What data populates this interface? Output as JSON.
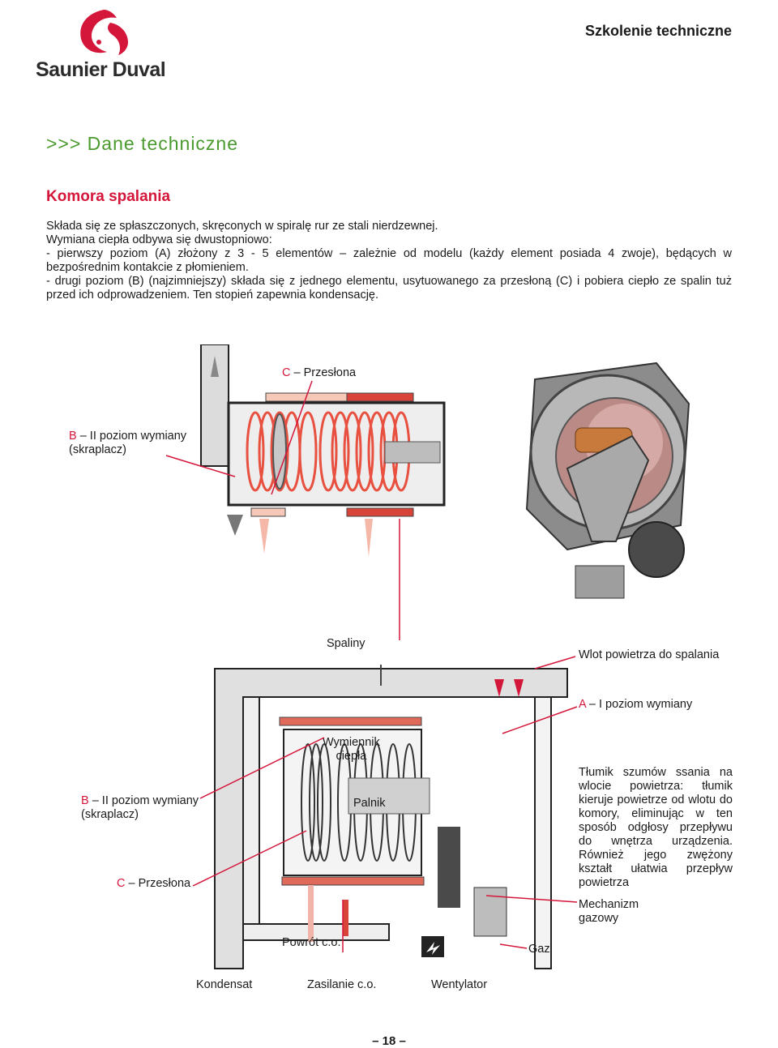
{
  "header": {
    "brand": "Saunier Duval",
    "doc_label": "Szkolenie techniczne",
    "section": ">>> Dane techniczne"
  },
  "subheading": "Komora spalania",
  "paragraphs": [
    "Składa się ze spłaszczonych, skręconych w spiralę rur ze stali nierdzewnej.",
    "Wymiana ciepła odbywa się dwustopniowo:",
    "- pierwszy poziom (A) złożony z 3 - 5 elementów – zależnie od modelu (każdy element posiada 4 zwoje), będących w bezpośrednim kontakcie z płomieniem.",
    "- drugi poziom (B) (najzimniejszy) składa się z jednego elementu, usytuowanego za przesłoną (C) i pobiera ciepło ze spalin tuż przed ich odprowadzeniem. Ten stopień zapewnia kondensację."
  ],
  "diagram_top": {
    "c_key": "C",
    "c_text": " – Przesłona",
    "b_key": "B",
    "b_line1": " – II poziom wymiany",
    "b_line2": "(skraplacz)"
  },
  "diagram_bottom": {
    "spaliny": "Spaliny",
    "wlot": "Wlot powietrza do spalania",
    "a_key": "A",
    "a_text": " – I poziom wymiany",
    "wymiennik_1": "Wymiennik",
    "wymiennik_2": "ciepła",
    "palnik": "Palnik",
    "b_key": "B",
    "b_line1": " – II poziom wymiany",
    "b_line2": "(skraplacz)",
    "c_key": "C",
    "c_text": " – Przesłona",
    "tlumik": "Tłumik szumów ssania na wlocie powietrza: tłumik kieruje powietrze od wlotu do komory, eliminując w ten sposób odgłosy przepływu do wnętrza urządzenia. Również jego zwężony kształt ułatwia przepływ powietrza",
    "mechanizm_1": "Mechanizm",
    "mechanizm_2": "gazowy",
    "powrot": "Powrót c.o.",
    "gaz": "Gaz",
    "kondensat": "Kondensat",
    "zasilanie": "Zasilanie c.o.",
    "wentylator": "Wentylator"
  },
  "footer": {
    "page_number": "– 18 –"
  },
  "colors": {
    "accent_red": "#d4163b",
    "section_green": "#4a9a2e",
    "pipe_red": "#d8443a",
    "duct_grey": "#d7d7d7"
  }
}
